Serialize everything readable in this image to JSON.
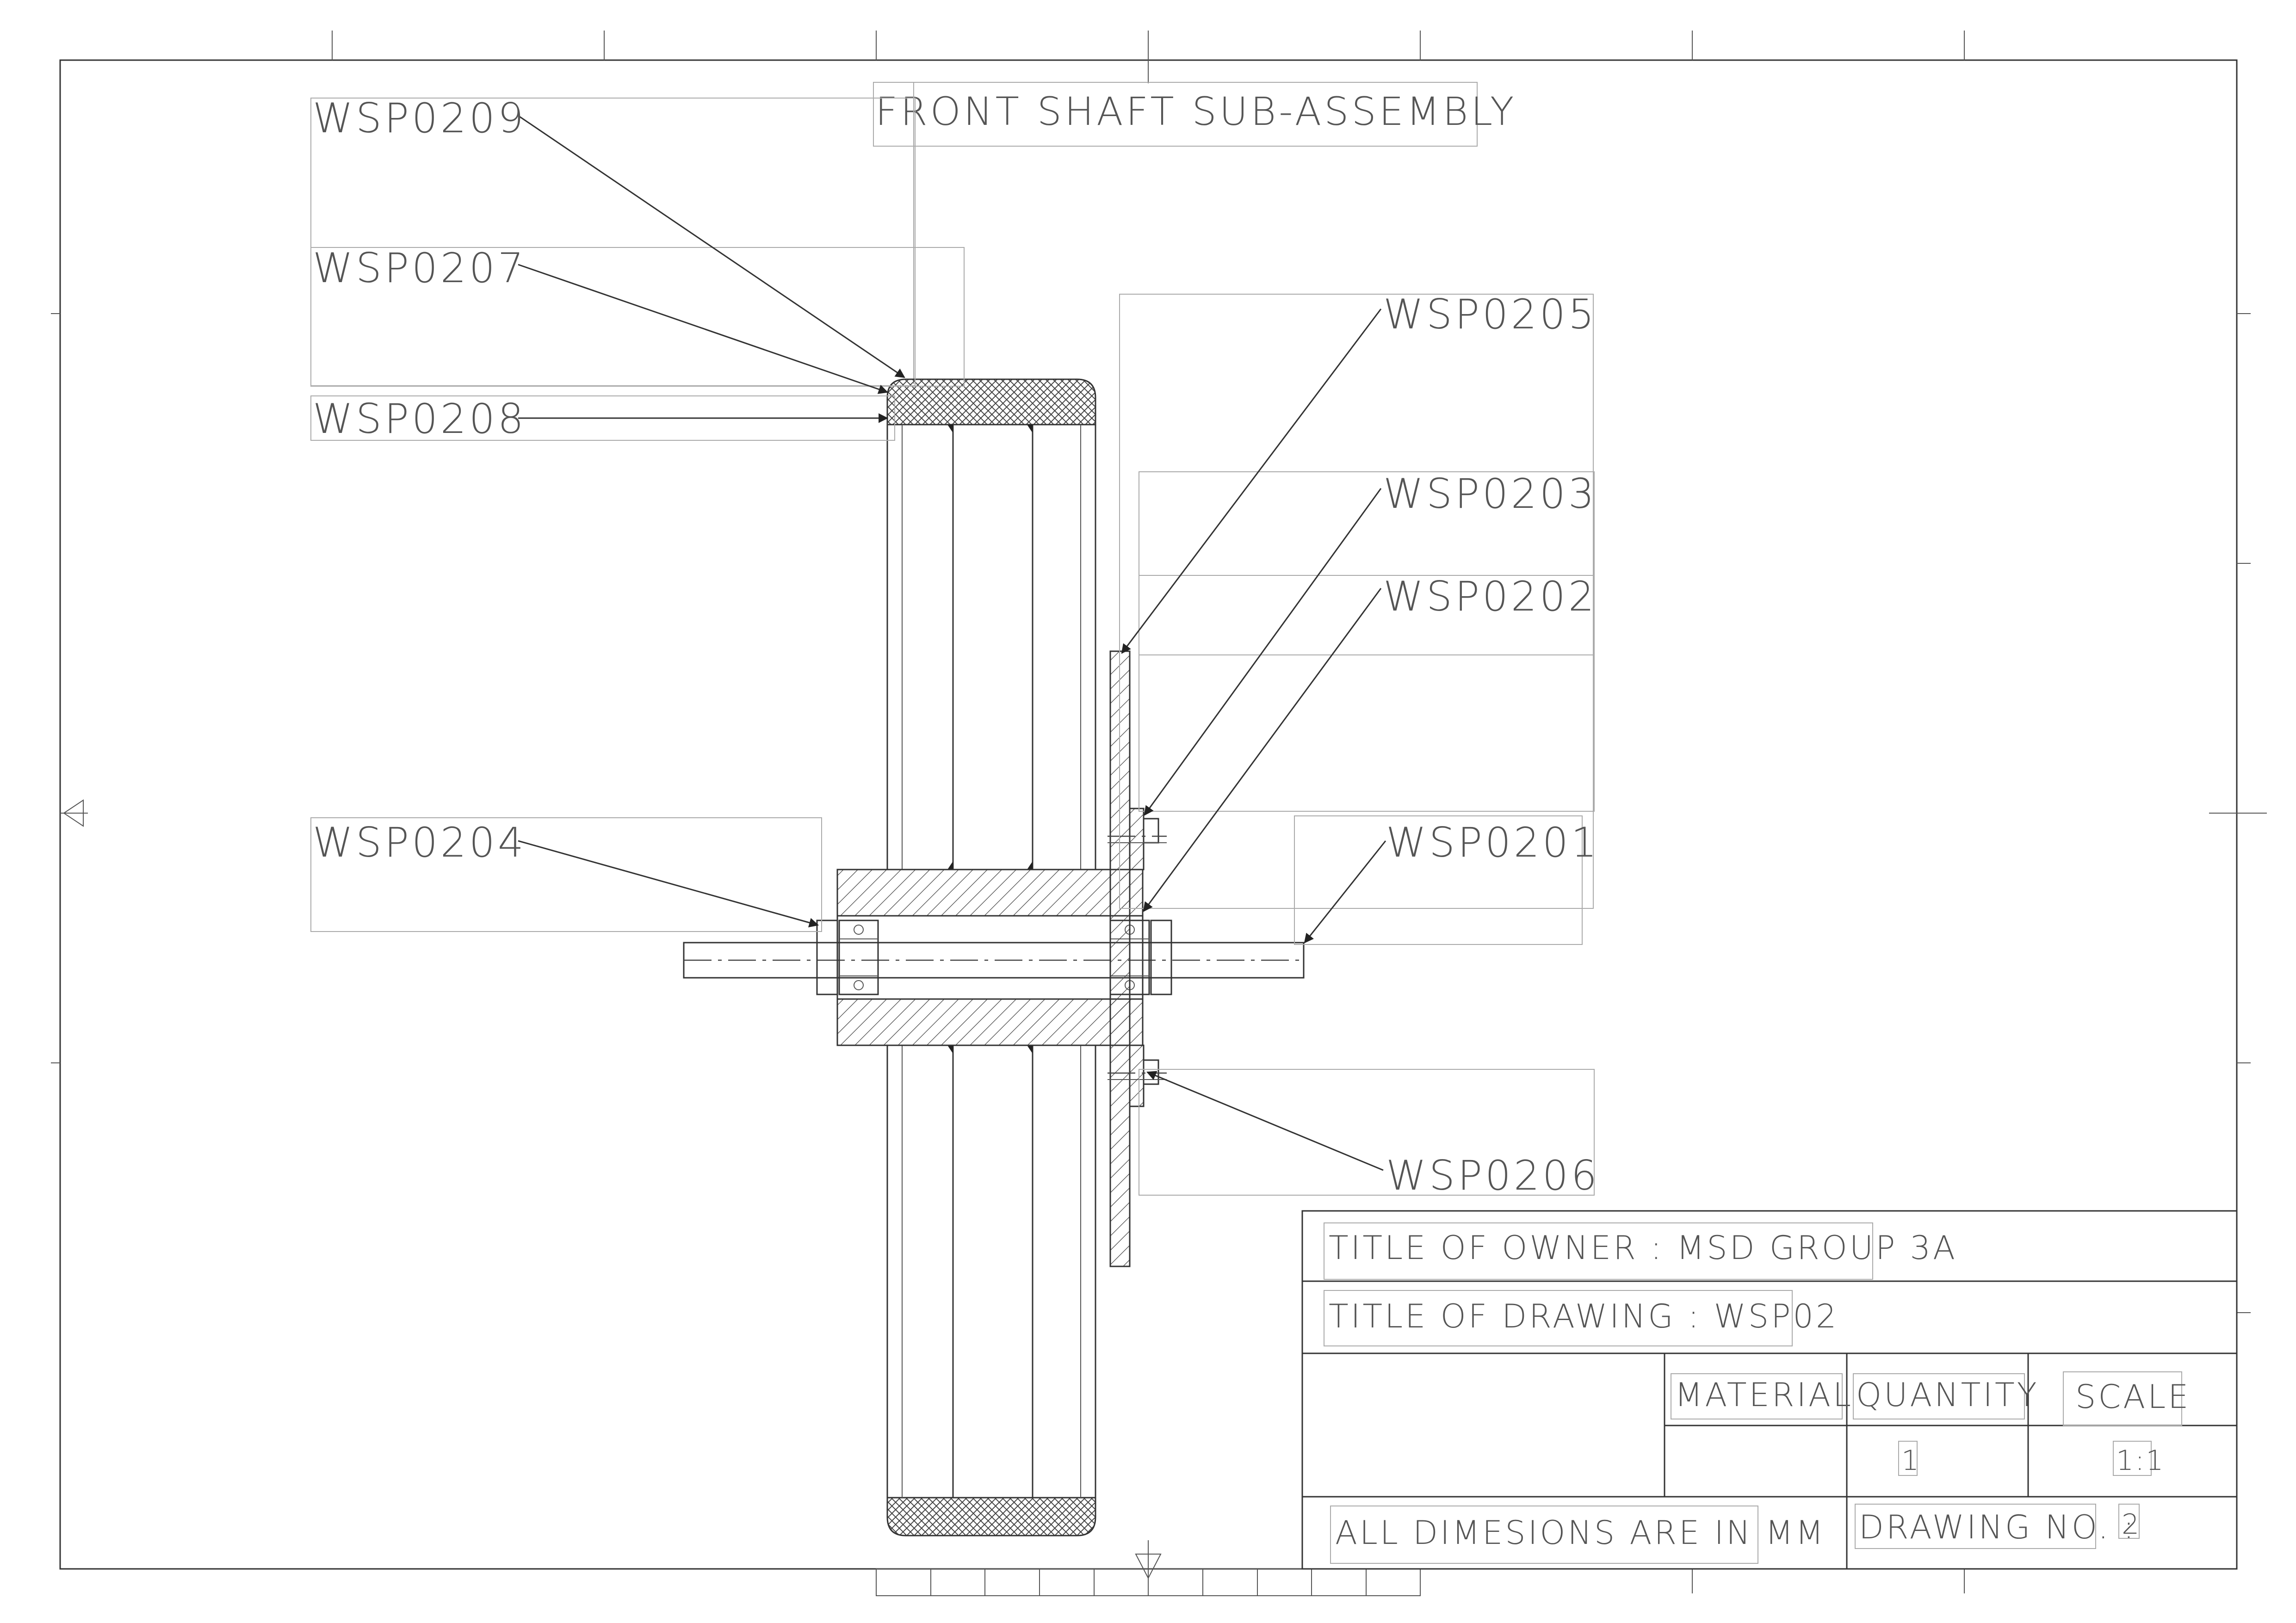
{
  "drawing_title": "FRONT SHAFT SUB-ASSEMBLY",
  "parts": [
    {
      "id": "p209",
      "label": "WSP0209"
    },
    {
      "id": "p207",
      "label": "WSP0207"
    },
    {
      "id": "p208",
      "label": "WSP0208"
    },
    {
      "id": "p205",
      "label": "WSP0205"
    },
    {
      "id": "p203",
      "label": "WSP0203"
    },
    {
      "id": "p202",
      "label": "WSP0202"
    },
    {
      "id": "p204",
      "label": "WSP0204"
    },
    {
      "id": "p201",
      "label": "WSP0201"
    },
    {
      "id": "p206",
      "label": "WSP0206"
    }
  ],
  "title_block": {
    "owner": "TITLE OF OWNER : MSD GROUP 3A",
    "drawing": "TITLE OF DRAWING : WSP02",
    "material_header": "MATERIAL",
    "quantity_header": "QUANTITY",
    "scale_header": "SCALE",
    "quantity_value": "1",
    "scale_value": "1:1",
    "units_note": "ALL DIMESIONS ARE IN MM",
    "drawing_no_label": "DRAWING NO. :",
    "drawing_no_value": "2"
  }
}
